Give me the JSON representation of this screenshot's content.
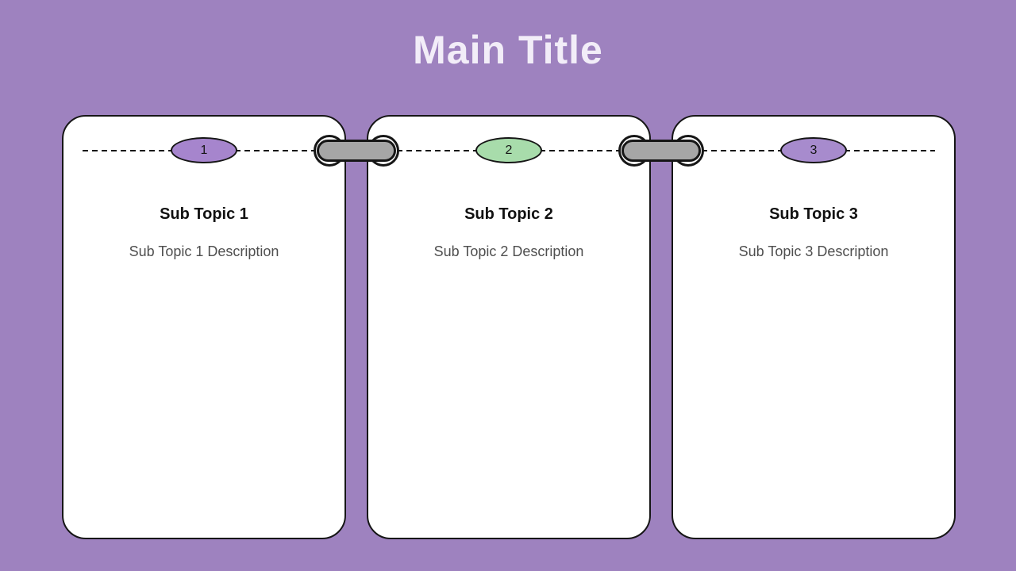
{
  "slide": {
    "title": "Main Title"
  },
  "colors": {
    "background": "#9e82bf",
    "card_bg": "#ffffff",
    "outline": "#161616",
    "title_text": "#f2edf8",
    "heading_text": "#111111",
    "description_text": "#4f4f4f",
    "connector_bar": "#a6a6a6",
    "connector_ring": "#fafafa"
  },
  "cards": [
    {
      "number": "1",
      "badge_color": "#a685cd",
      "heading": "Sub Topic 1",
      "description": "Sub Topic 1 Description"
    },
    {
      "number": "2",
      "badge_color": "#a8dcab",
      "heading": "Sub Topic 2",
      "description": "Sub Topic 2 Description"
    },
    {
      "number": "3",
      "badge_color": "#a78bcd",
      "heading": "Sub Topic 3",
      "description": "Sub Topic 3 Description"
    }
  ]
}
